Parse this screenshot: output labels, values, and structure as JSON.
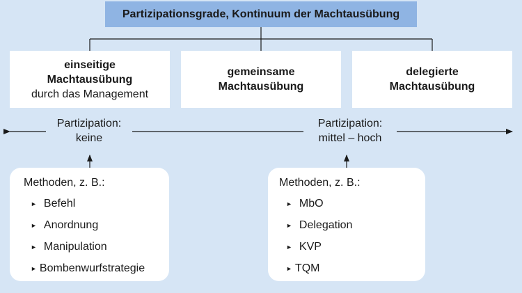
{
  "title": "Partizipationsgrade, Kontinuum der Machtausübung",
  "levels": [
    {
      "line1": "einseitige",
      "line2": "Machtausübung",
      "line3": "durch das Management"
    },
    {
      "line1": "gemeinsame",
      "line2": "Machtausübung"
    },
    {
      "line1": "delegierte",
      "line2": "Machtausübung"
    }
  ],
  "participation_left": {
    "line1": "Partizipation:",
    "line2": "keine"
  },
  "participation_right": {
    "line1": "Partizipation:",
    "line2": "mittel – hoch"
  },
  "methods_left": {
    "heading": "Methoden, z. B.:",
    "items": [
      "Befehl",
      "Anordnung",
      "Manipulation",
      "Bombenwurfstrategie"
    ]
  },
  "methods_right": {
    "heading": "Methoden, z. B.:",
    "items": [
      "MbO",
      "Delegation",
      "KVP",
      "TQM"
    ]
  },
  "colors": {
    "background": "#d6e5f5",
    "title_fill": "#8fb4e3",
    "box_fill": "#ffffff"
  }
}
